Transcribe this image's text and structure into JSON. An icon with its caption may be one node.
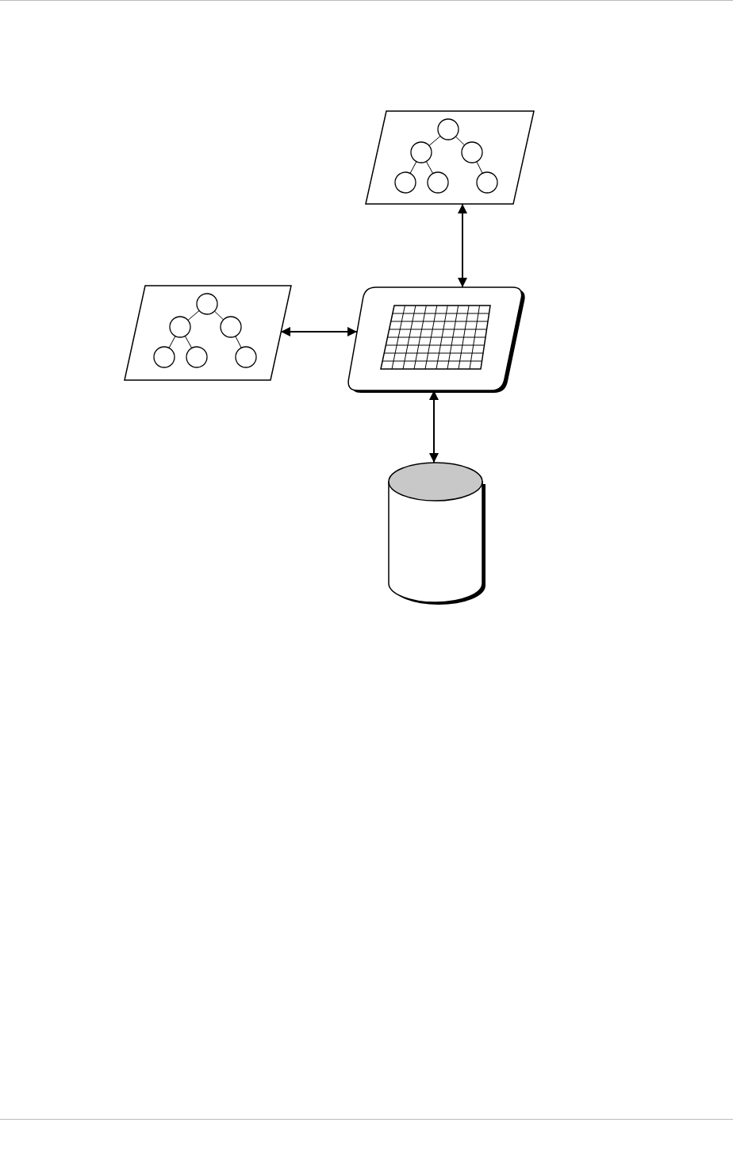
{
  "diagram": {
    "nodes": [
      {
        "text": [],
        "shape": "parallelogram"
      },
      {
        "text": [],
        "shape": "parallelogram"
      },
      {
        "text": [],
        "shape": "parallelogram"
      },
      {
        "text": [],
        "shape": "cylinder"
      }
    ],
    "edges": [
      {
        "from": 2,
        "to": 0,
        "arrow": "both"
      },
      {
        "from": 1,
        "to": 2,
        "arrow": "both"
      },
      {
        "from": 2,
        "to": 3,
        "arrow": "both"
      }
    ]
  }
}
